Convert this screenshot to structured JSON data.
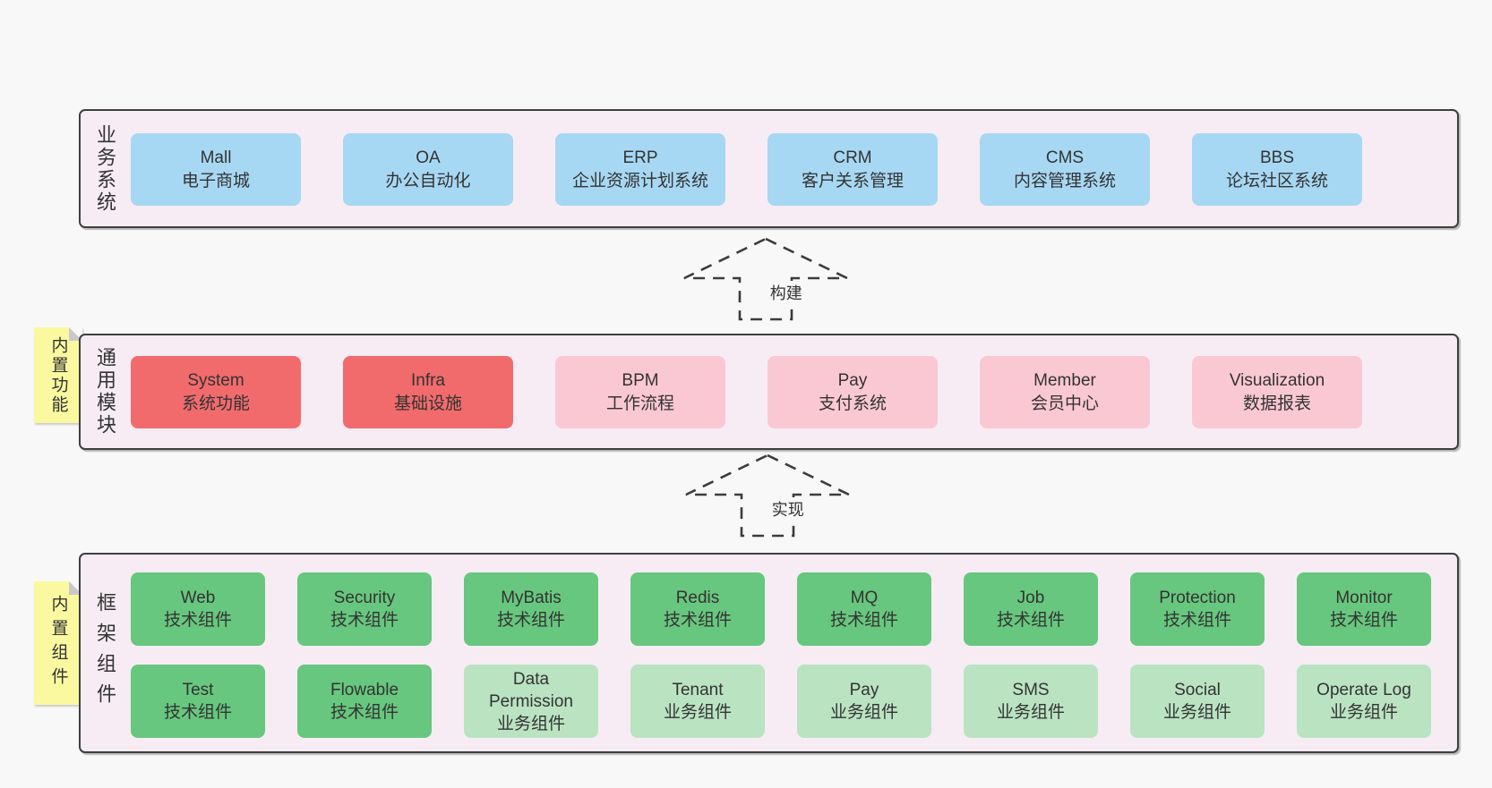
{
  "colors": {
    "background": "#f8f8f8",
    "layer_fill": "#f7ecf4",
    "layer_border": "#3f3f3f",
    "text": "#333333",
    "box_blue": "#a7d8f3",
    "box_red": "#f16b6d",
    "box_pink": "#fac8d3",
    "box_green": "#67c77e",
    "box_light_green": "#bae3c2",
    "sticky_yellow": "#faf9a0",
    "sticky_fold_gray": "#c9c9c9"
  },
  "arrows": {
    "build": "构建",
    "implement": "实现"
  },
  "layers": {
    "business": {
      "label": "业务系统",
      "boxes": [
        {
          "name": "Mall",
          "desc": "电子商城"
        },
        {
          "name": "OA",
          "desc": "办公自动化"
        },
        {
          "name": "ERP",
          "desc": "企业资源计划系统"
        },
        {
          "name": "CRM",
          "desc": "客户关系管理"
        },
        {
          "name": "CMS",
          "desc": "内容管理系统"
        },
        {
          "name": "BBS",
          "desc": "论坛社区系统"
        }
      ]
    },
    "modules": {
      "label": "通用模块",
      "sticky": "内置功能",
      "boxes": [
        {
          "name": "System",
          "desc": "系统功能"
        },
        {
          "name": "Infra",
          "desc": "基础设施"
        },
        {
          "name": "BPM",
          "desc": "工作流程"
        },
        {
          "name": "Pay",
          "desc": "支付系统"
        },
        {
          "name": "Member",
          "desc": "会员中心"
        },
        {
          "name": "Visualization",
          "desc": "数据报表"
        }
      ]
    },
    "components": {
      "label": "框架组件",
      "sticky": "内置组件",
      "row1": [
        {
          "name": "Web",
          "desc": "技术组件"
        },
        {
          "name": "Security",
          "desc": "技术组件"
        },
        {
          "name": "MyBatis",
          "desc": "技术组件"
        },
        {
          "name": "Redis",
          "desc": "技术组件"
        },
        {
          "name": "MQ",
          "desc": "技术组件"
        },
        {
          "name": "Job",
          "desc": "技术组件"
        },
        {
          "name": "Protection",
          "desc": "技术组件"
        },
        {
          "name": "Monitor",
          "desc": "技术组件"
        }
      ],
      "row2": [
        {
          "name": "Test",
          "desc": "技术组件"
        },
        {
          "name": "Flowable",
          "desc": "技术组件"
        },
        {
          "name": "Data Permission",
          "desc": "业务组件"
        },
        {
          "name": "Tenant",
          "desc": "业务组件"
        },
        {
          "name": "Pay",
          "desc": "业务组件"
        },
        {
          "name": "SMS",
          "desc": "业务组件"
        },
        {
          "name": "Social",
          "desc": "业务组件"
        },
        {
          "name": "Operate Log",
          "desc": "业务组件"
        }
      ]
    }
  }
}
